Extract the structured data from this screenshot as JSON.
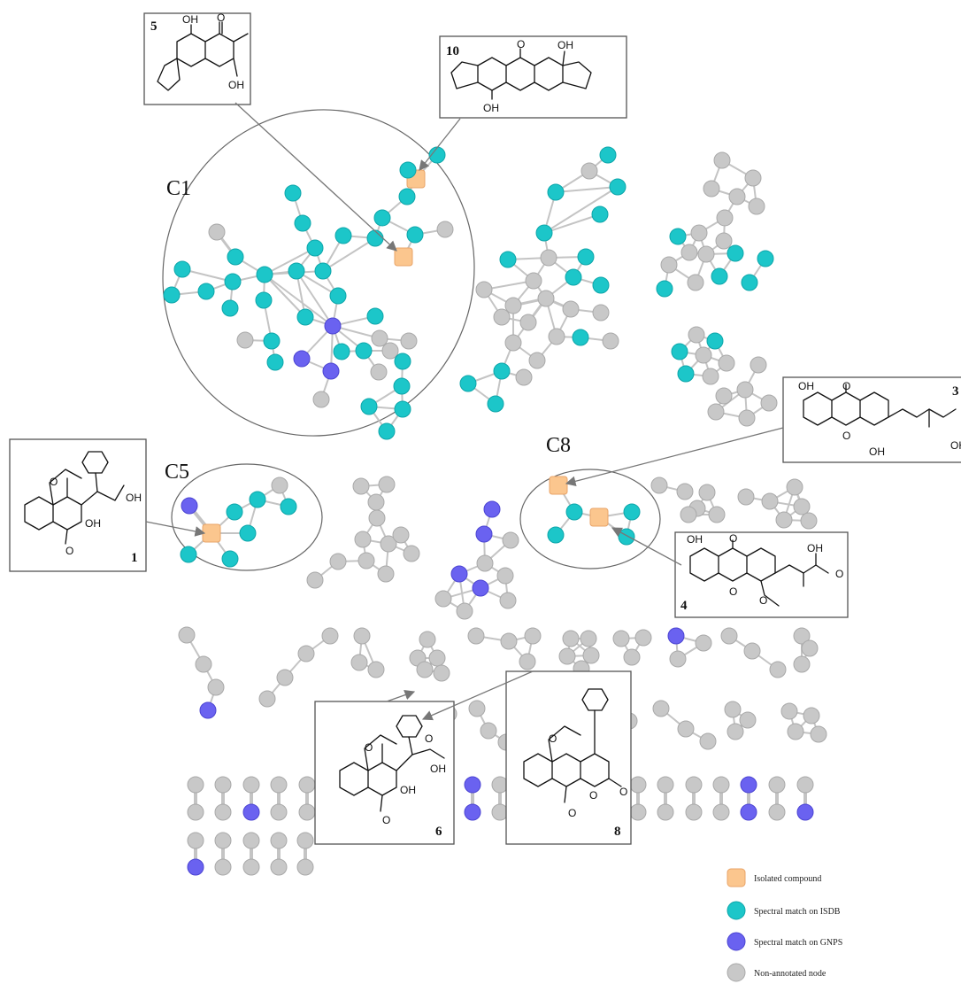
{
  "clusters": {
    "c1": "C1",
    "c5": "C5",
    "c8": "C8"
  },
  "compounds": {
    "c1": "1",
    "c3": "3",
    "c4": "4",
    "c5": "5",
    "c6": "6",
    "c8": "8",
    "c10": "10"
  },
  "legend": {
    "isolated": "Isolated compound",
    "isdb": "Spectral match on ISDB",
    "gnps": "Spectral match on GNPS",
    "none": "Non-annotated node"
  },
  "colors": {
    "isolated": "#fbc68e",
    "isdb": "#1cc6c9",
    "gnps": "#6a62f0",
    "none": "#c8c8c8"
  },
  "atoms": {
    "oh": "OH",
    "o": "O"
  }
}
